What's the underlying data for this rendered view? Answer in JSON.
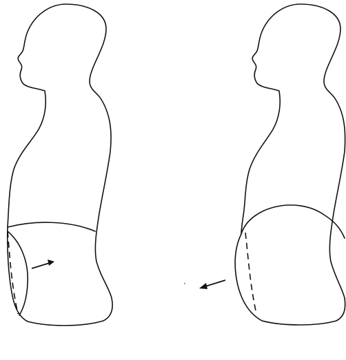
{
  "figure": {
    "panels": [
      {
        "id": "left",
        "arrow_direction": "inward"
      },
      {
        "id": "right",
        "arrow_direction": "outward"
      }
    ],
    "colors": {
      "stroke": "#111111",
      "background": "#ffffff"
    }
  }
}
